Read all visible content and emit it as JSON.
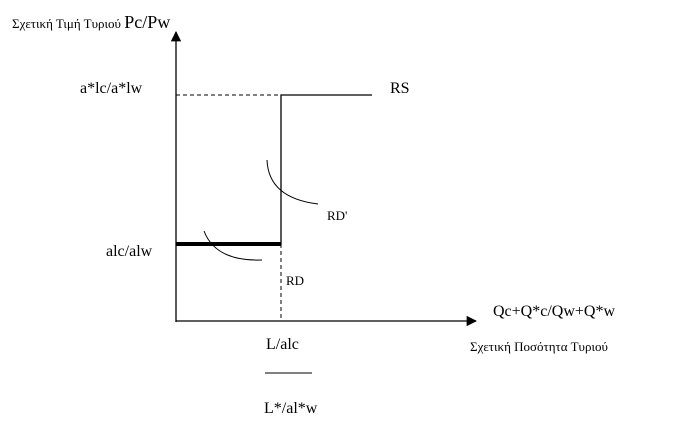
{
  "y_axis_title": {
    "prefix": "Σχετική Τιμή Τυριού ",
    "main": "Pc/Pw"
  },
  "x_axis_title": {
    "formula": "Qc+Q*c/Qw+Q*w",
    "caption": "Σχετική Ποσότητα Τυριού"
  },
  "y_levels": {
    "upper": "a*lc/a*lw",
    "lower": "alc/alw"
  },
  "x_level": {
    "numerator": "L/alc",
    "denominator": "L*/al*w"
  },
  "curves": {
    "rs": "RS",
    "rd_prime": "RD'",
    "rd": "RD"
  },
  "colors": {
    "ink": "#000000",
    "background": "#ffffff"
  }
}
